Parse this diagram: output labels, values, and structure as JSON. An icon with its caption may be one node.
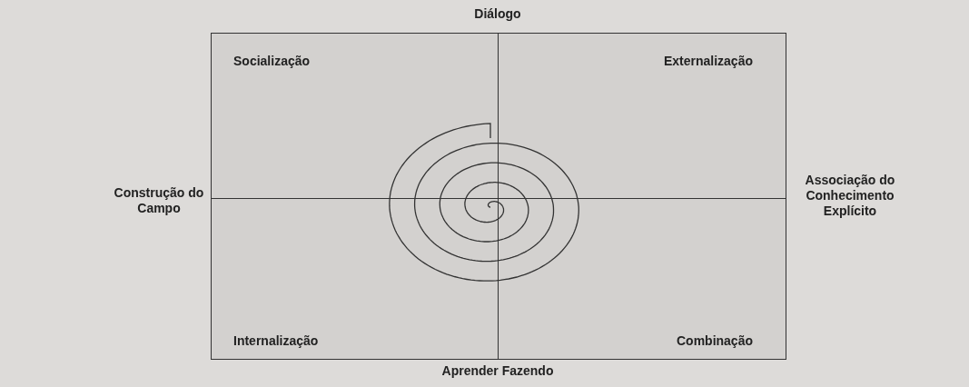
{
  "diagram": {
    "nodes": [
      {
        "text": [
          "Socialização"
        ]
      },
      {
        "text": [
          "Externalização"
        ]
      },
      {
        "text": [
          "Internalização"
        ]
      },
      {
        "text": [
          "Combinação"
        ]
      }
    ],
    "labels": [
      "Diálogo",
      "Construção do Campo",
      "Associação do Conhecimento Explícito",
      "Aprender Fazendo"
    ]
  }
}
